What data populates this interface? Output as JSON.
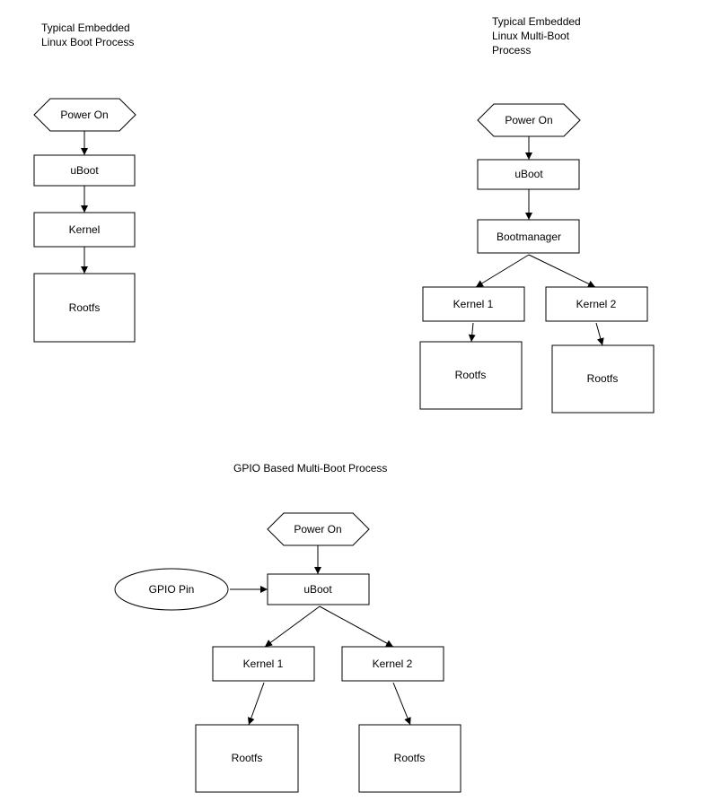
{
  "diagram1": {
    "title": [
      "Typical Embedded",
      "Linux Boot Process"
    ],
    "power": "Power On",
    "uboot": "uBoot",
    "kernel": "Kernel",
    "rootfs": "Rootfs"
  },
  "diagram2": {
    "title": [
      "Typical Embedded",
      "Linux Multi-Boot",
      "Process"
    ],
    "power": "Power On",
    "uboot": "uBoot",
    "bootmanager": "Bootmanager",
    "kernel1": "Kernel 1",
    "kernel2": "Kernel 2",
    "rootfs1": "Rootfs",
    "rootfs2": "Rootfs"
  },
  "diagram3": {
    "title": "GPIO Based Multi-Boot Process",
    "power": "Power On",
    "gpio": "GPIO Pin",
    "uboot": "uBoot",
    "kernel1": "Kernel 1",
    "kernel2": "Kernel 2",
    "rootfs1": "Rootfs",
    "rootfs2": "Rootfs"
  }
}
